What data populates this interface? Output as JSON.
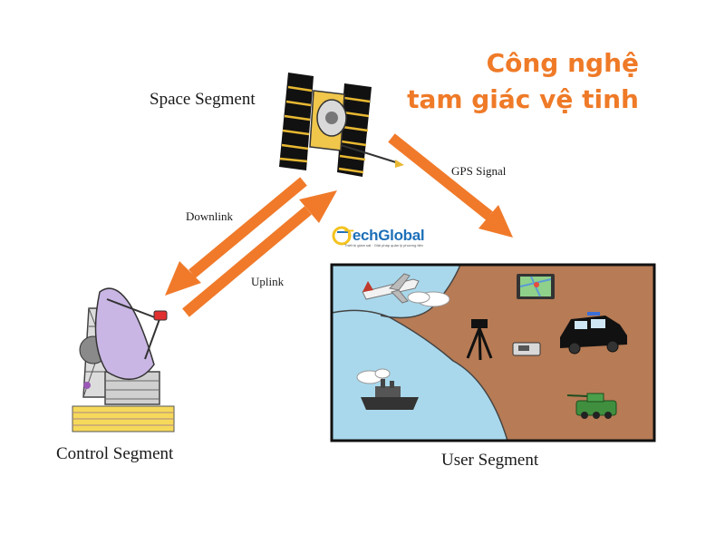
{
  "title": {
    "line1": "Công nghệ",
    "line2": "tam giác vệ tinh"
  },
  "segments": {
    "space": "Space Segment",
    "control": "Control Segment",
    "user": "User Segment"
  },
  "links": {
    "downlink": "Downlink",
    "uplink": "Uplink",
    "gps": "GPS Signal"
  },
  "logo": {
    "brand_t": "T",
    "brand_rest": "echGlobal",
    "tagline": "Thiết bị giám sát · Giải pháp quản lý phương tiện"
  },
  "colors": {
    "arrow": "#f07a2a",
    "title": "#ef7a27",
    "water": "#a9d8ec",
    "land": "#b77b55",
    "logo_blue": "#1d6fb8",
    "logo_yellow": "#f3c320"
  }
}
